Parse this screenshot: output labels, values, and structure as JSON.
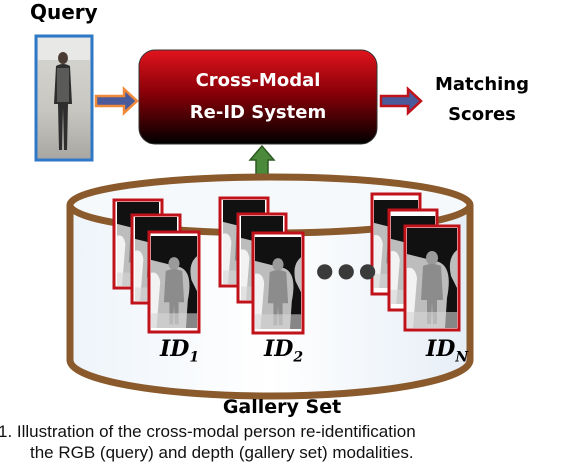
{
  "labels": {
    "query": "Query",
    "system_line1": "Cross-Modal",
    "system_line2": "Re-ID System",
    "matching_line1": "Matching",
    "matching_line2": "Scores",
    "gallery": "Gallery Set",
    "ellipsis": "●●●"
  },
  "identities": [
    {
      "base": "ID",
      "sub": "1"
    },
    {
      "base": "ID",
      "sub": "2"
    },
    {
      "base": "ID",
      "sub": "N"
    }
  ],
  "caption": {
    "line1": "1. Illustration of the cross-modal person re-identification",
    "line2": "the RGB (query) and depth (gallery set) modalities."
  },
  "colors": {
    "system_box": "#c8000a",
    "system_text": "#ffffff",
    "query_border": "#2f78c8",
    "thumb_border": "#c0121a",
    "cylinder_stroke": "#8a5a2c",
    "arrow_orange": "#f08a3a",
    "arrow_blue": "#4a5a9a",
    "arrow_green": "#4a8a3a"
  }
}
